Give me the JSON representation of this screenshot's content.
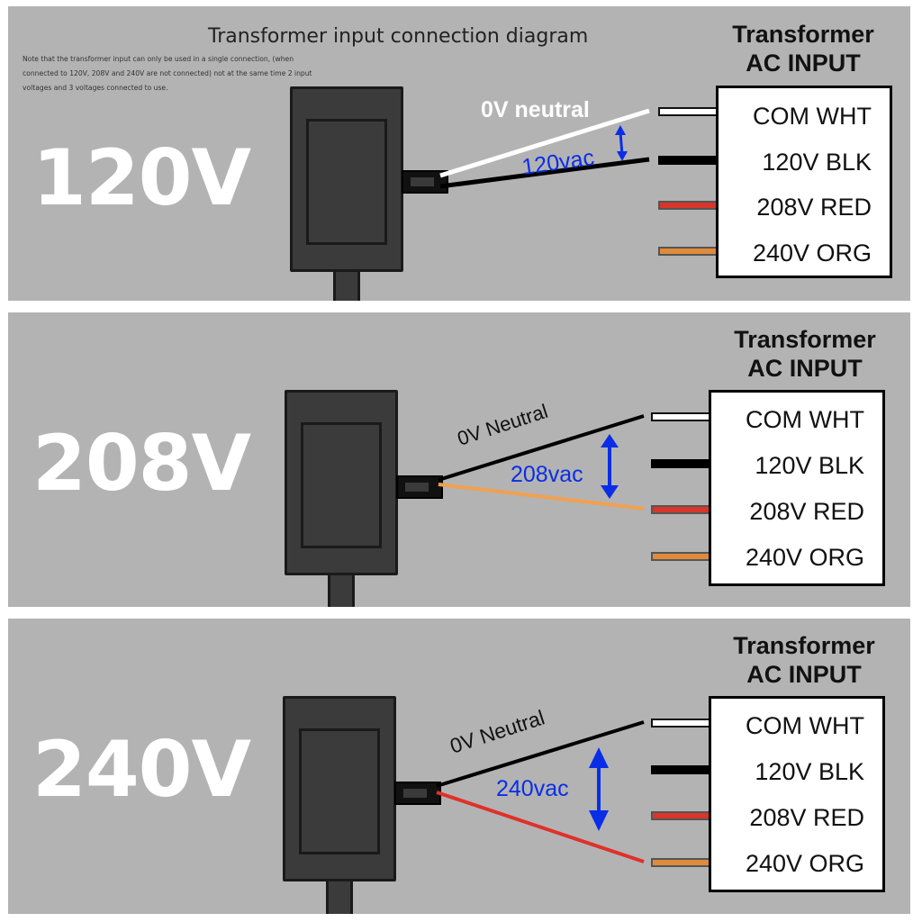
{
  "title": "Transformer input connection diagram",
  "note": "Note that the transformer input can only be used in a single connection, (when connected to 120V, 208V and 240V are not connected) not at the same time 2 input voltages and 3 voltages connected to use.",
  "colors": {
    "panel": "#b3b3b3",
    "device": "#3b3b3b",
    "accent": "#0a2ee6",
    "red_wire": "#e0302a",
    "orange_wire": "#f0a050",
    "white_wire": "#ffffff"
  },
  "panels": [
    {
      "voltage": "120V",
      "transformer_title_1": "Transformer",
      "transformer_title_2": "AC INPUT",
      "terminals": [
        "COM WHT",
        "120V BLK",
        "208V RED",
        "240V ORG"
      ],
      "neutral_label": "0V neutral",
      "voltage_label": "120vac"
    },
    {
      "voltage": "208V",
      "transformer_title_1": "Transformer",
      "transformer_title_2": "AC INPUT",
      "terminals": [
        "COM WHT",
        "120V BLK",
        "208V RED",
        "240V ORG"
      ],
      "neutral_label": "0V Neutral",
      "voltage_label": "208vac"
    },
    {
      "voltage": "240V",
      "transformer_title_1": "Transformer",
      "transformer_title_2": "AC INPUT",
      "terminals": [
        "COM WHT",
        "120V BLK",
        "208V RED",
        "240V ORG"
      ],
      "neutral_label": "0V   Neutral",
      "voltage_label": "240vac"
    }
  ]
}
